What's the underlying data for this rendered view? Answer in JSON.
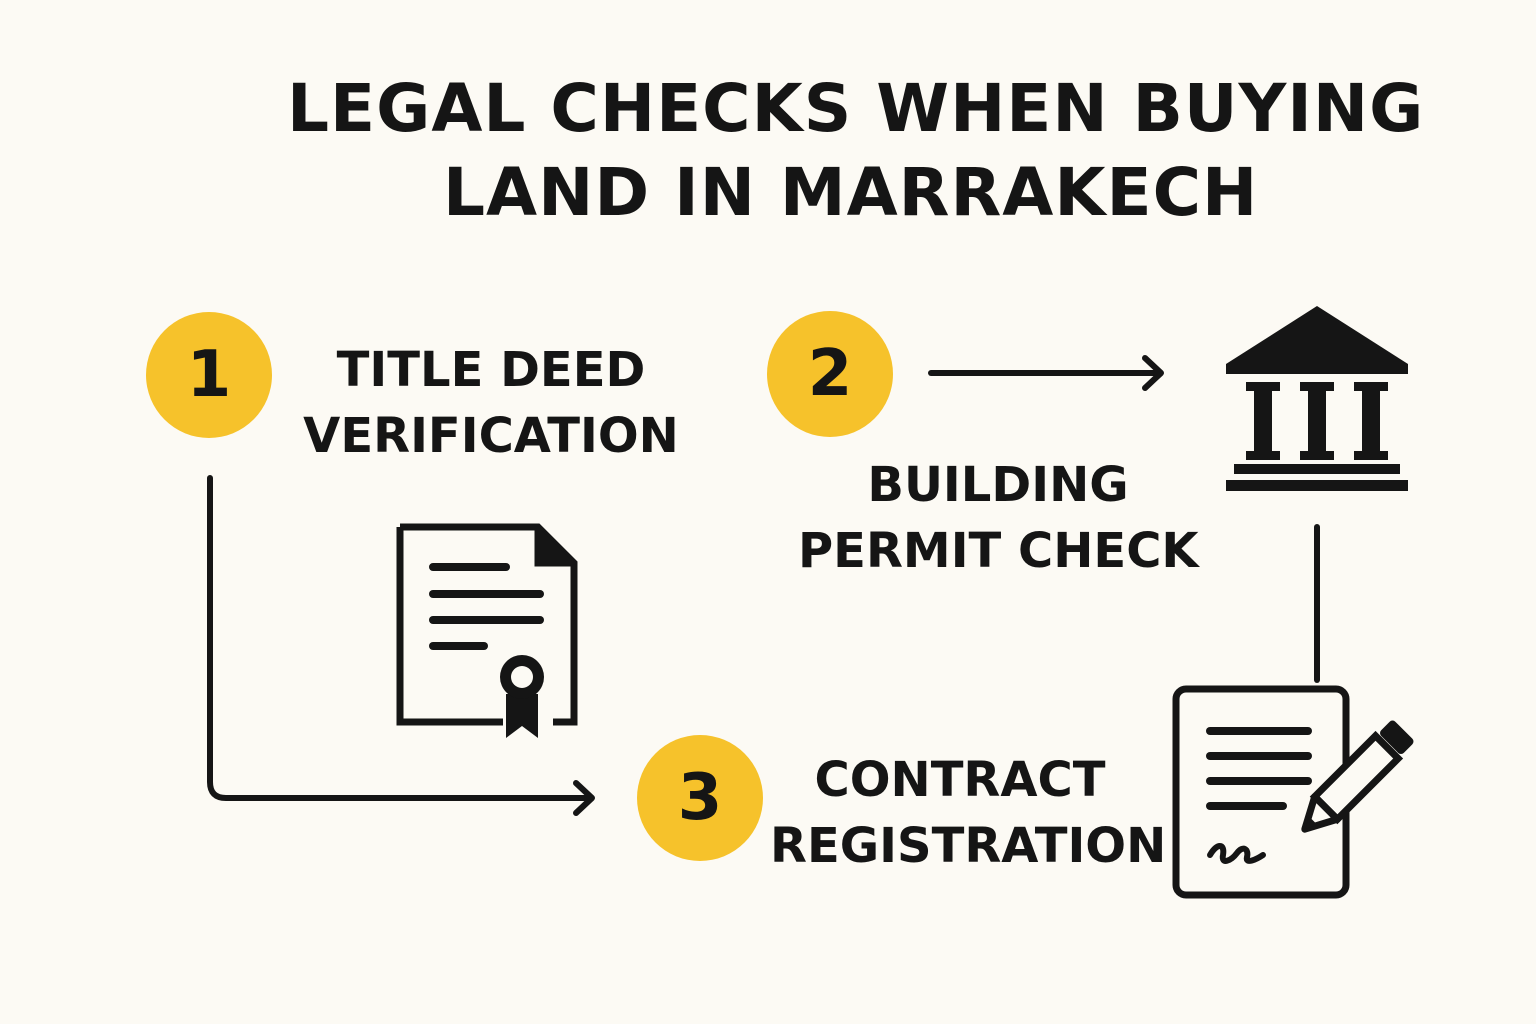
{
  "title": {
    "line1": "LEGAL CHECKS WHEN BUYING",
    "line2": "LAND IN MARRAKECH"
  },
  "steps": [
    {
      "number": "1",
      "label_line1": "TITLE DEED",
      "label_line2": "VERIFICATION",
      "icon": "title-deed-certificate-icon"
    },
    {
      "number": "2",
      "label_line1": "BUILDING",
      "label_line2": "PERMIT CHECK",
      "icon": "government-building-icon"
    },
    {
      "number": "3",
      "label_line1": "CONTRACT",
      "label_line2": "REGISTRATION",
      "icon": "signed-contract-icon"
    }
  ],
  "colors": {
    "badge": "#f6c22b",
    "ink": "#151515",
    "background": "#fcfaf4"
  }
}
